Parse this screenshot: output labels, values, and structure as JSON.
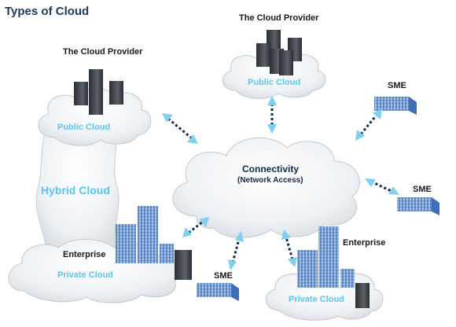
{
  "title": "Types of Cloud",
  "labels": {
    "provider_left": "The Cloud Provider",
    "provider_top": "The Cloud Provider",
    "public_cloud_left": "Public Cloud",
    "public_cloud_top": "Public Cloud",
    "hybrid_cloud": "Hybrid Cloud",
    "connectivity": "Connectivity",
    "network_access": "(Network Access)",
    "enterprise_left": "Enterprise",
    "private_cloud_left": "Private Cloud",
    "enterprise_right": "Enterprise",
    "private_cloud_right": "Private Cloud",
    "sme_top": "SME",
    "sme_right": "SME",
    "sme_bottom": "SME"
  },
  "colors": {
    "cloud_fill": "#f4f6f8",
    "cloud_stroke": "#c4c9cf",
    "cloud_text": "#5cc3f2",
    "arrow": "#7fcff0",
    "arrow_dot": "#0f2a4a",
    "server": "#3a3f45",
    "building": "#5b86c4"
  }
}
